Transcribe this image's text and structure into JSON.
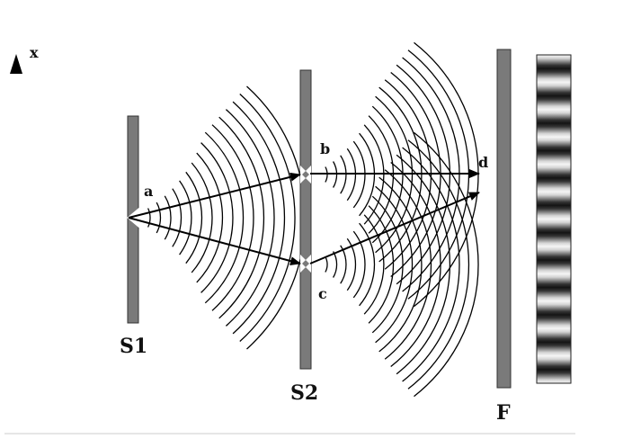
{
  "diagram": {
    "labels": {
      "axis_x": "x",
      "point_a": "a",
      "point_b": "b",
      "point_c": "c",
      "point_d": "d",
      "screen_s1": "S1",
      "screen_s2": "S2",
      "screen_f": "F"
    },
    "colors": {
      "barrier_fill": "#7a7a7a",
      "barrier_stroke": "#333333",
      "line": "#000000",
      "divider": "#cccccc"
    },
    "fringe_pattern": {
      "fringe_count": 12,
      "description_icon": "interference-fringes"
    }
  }
}
